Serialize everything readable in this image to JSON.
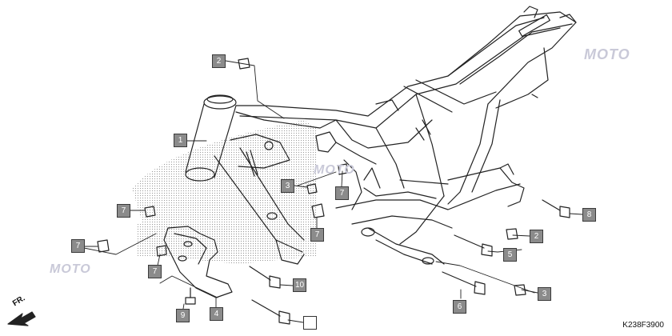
{
  "diagram": {
    "drawing_code": "K238F3900",
    "direction_label": "FR.",
    "watermark_text": "MOTO",
    "callouts": [
      "1",
      "2",
      "3",
      "7",
      "7",
      "7",
      "7",
      "7",
      "8",
      "2",
      "5",
      "3",
      "6",
      "10",
      "4",
      "9",
      ""
    ],
    "colors": {
      "callout_fill": "#8b8b8b",
      "line": "#222222",
      "watermark": "#c9c9d8"
    }
  }
}
